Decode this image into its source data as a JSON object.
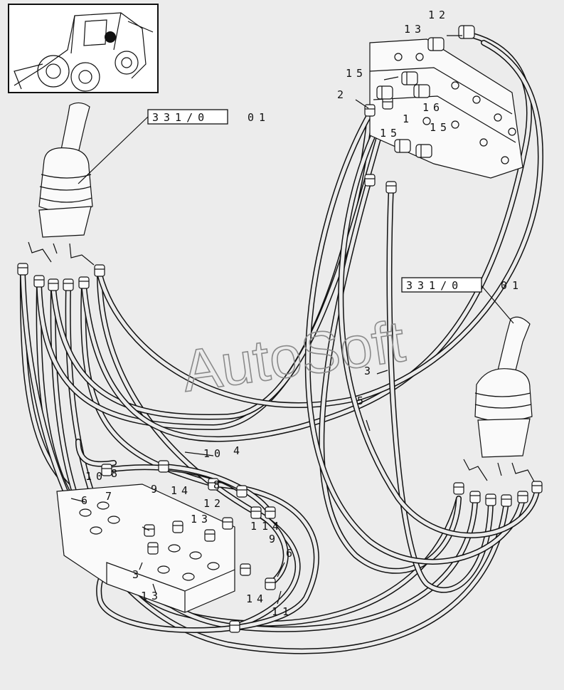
{
  "watermark": "AutoSoft",
  "reference_boxes": [
    {
      "code": "331/0",
      "suffix": "01"
    },
    {
      "code": "331/0",
      "suffix": "01"
    }
  ],
  "callouts": [
    "12",
    "13",
    "15",
    "2",
    "16",
    "1",
    "15",
    "15",
    "3",
    "5",
    "10",
    "4",
    "10",
    "8",
    "9",
    "7",
    "14",
    "6",
    "12",
    "13",
    "8",
    "1",
    "14",
    "9",
    "6",
    "3",
    "13",
    "14",
    "11"
  ],
  "colors": {
    "background": "#ececec",
    "ink": "#111111",
    "watermark": "#8a8a8a"
  }
}
